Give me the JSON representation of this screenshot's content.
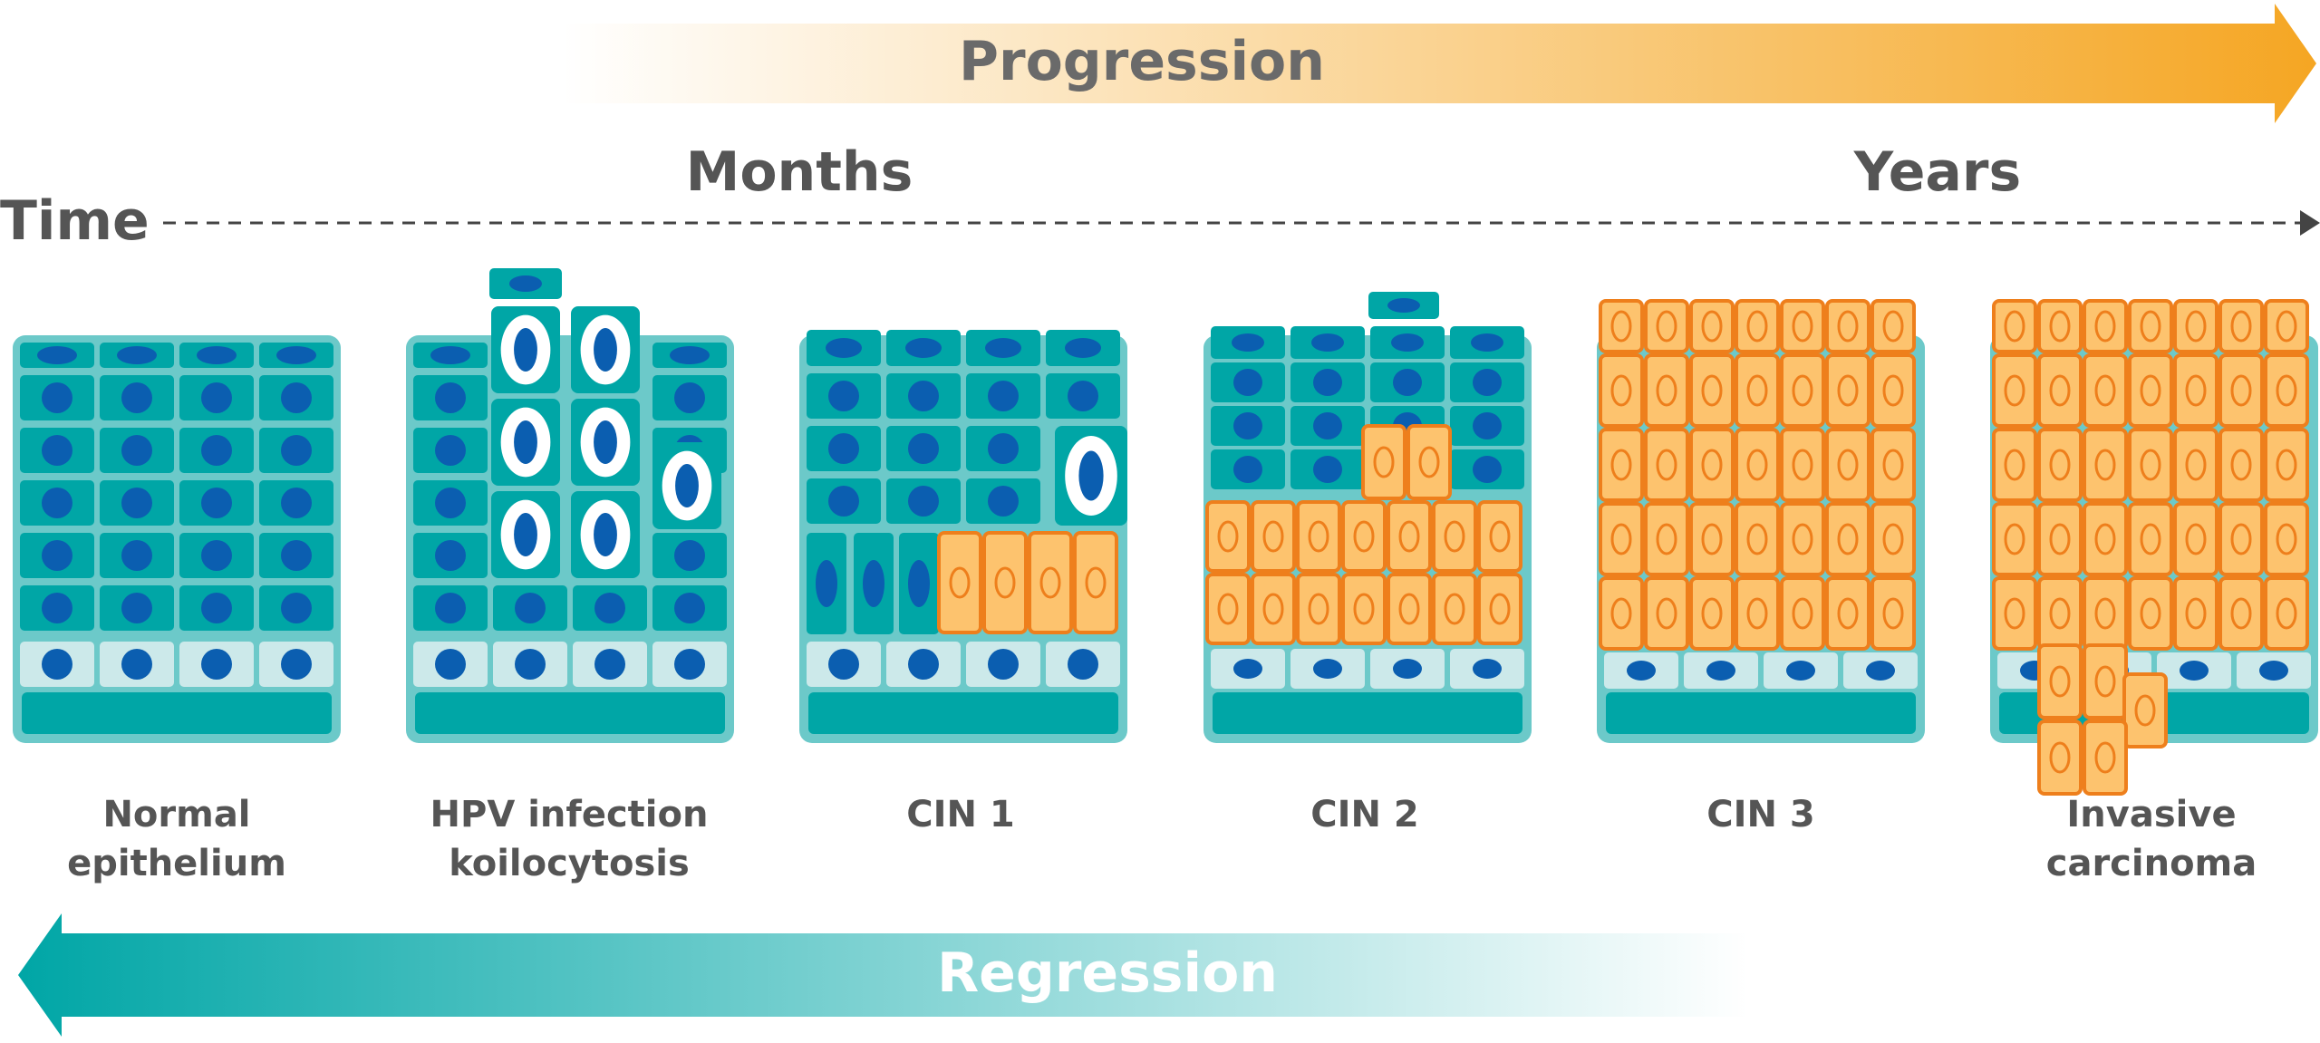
{
  "progression": {
    "label": "Progression",
    "color": "#f5a623"
  },
  "regression": {
    "label": "Regression",
    "color": "#00a6a6"
  },
  "time": {
    "label": "Time",
    "start_label": "Months",
    "end_label": "Years"
  },
  "stages": [
    {
      "id": "normal",
      "label_lines": [
        "Normal",
        "epithelium"
      ]
    },
    {
      "id": "hpv",
      "label_lines": [
        "HPV infection",
        "koilocytosis"
      ]
    },
    {
      "id": "cin1",
      "label_lines": [
        "CIN 1"
      ]
    },
    {
      "id": "cin2",
      "label_lines": [
        "CIN 2"
      ]
    },
    {
      "id": "cin3",
      "label_lines": [
        "CIN 3"
      ]
    },
    {
      "id": "invasive",
      "label_lines": [
        "Invasive",
        "carcinoma"
      ]
    }
  ],
  "colors": {
    "teal": "#00a6a6",
    "teal_light": "#6cc9c9",
    "basal": "#cce9ea",
    "nucleus": "#0b5eb0",
    "orange_fill": "#fdc36e",
    "orange_stroke": "#ee7f1c",
    "label_text": "#555555"
  }
}
